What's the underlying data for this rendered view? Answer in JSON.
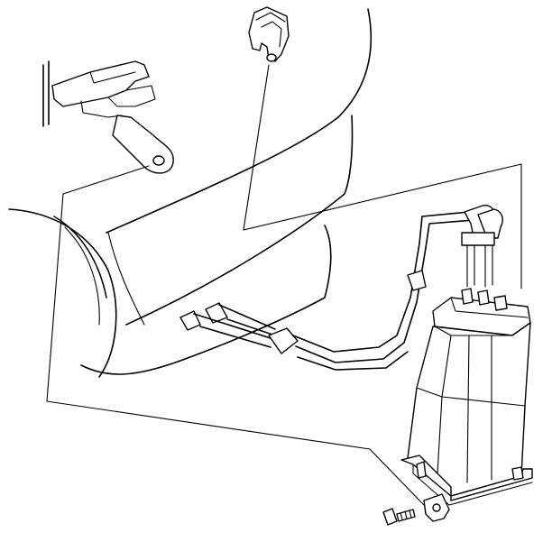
{
  "diagram": {
    "labels": [],
    "parts": [
      "fender-panel",
      "wheel-arch",
      "upper-mounting-bracket",
      "hose-retainer-clip",
      "vapor-hose-assembly",
      "evap-canister",
      "canister-lower-bracket",
      "mounting-bolt"
    ],
    "colors": {
      "line": "#000000",
      "background": "#ffffff"
    }
  }
}
